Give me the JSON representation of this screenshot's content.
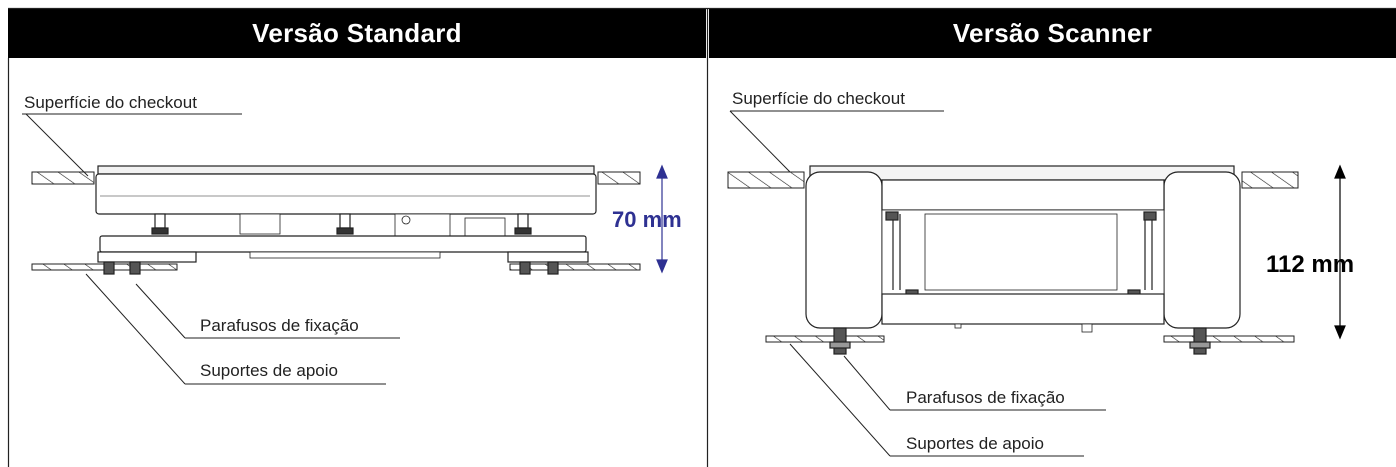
{
  "headers": {
    "standard": "Versão Standard",
    "scanner": "Versão Scanner"
  },
  "standard": {
    "surface_label": "Superfície do checkout",
    "screws_label": "Parafusos de fixação",
    "supports_label": "Suportes de apoio",
    "dimension": "70 mm"
  },
  "scanner": {
    "surface_label": "Superfície do checkout",
    "screws_label": "Parafusos de fixação",
    "supports_label": "Suportes de apoio",
    "dimension": "112 mm"
  },
  "colors": {
    "header_bg": "#000000",
    "header_text": "#ffffff",
    "dimension_standard": "#2e3192",
    "dimension_scanner": "#000000",
    "line": "#1a1a1a"
  }
}
